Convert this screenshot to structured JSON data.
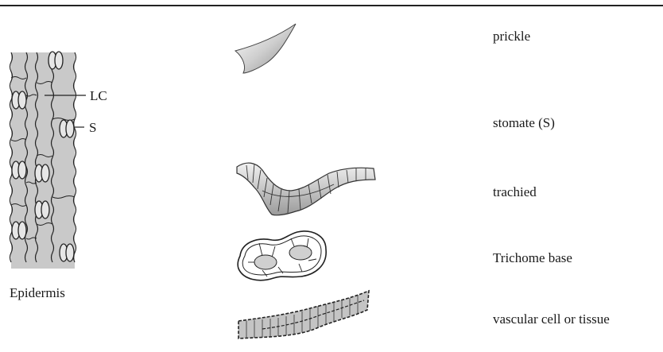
{
  "figure": {
    "panel_label": "Epidermis",
    "epidermis_labels": {
      "long_cell": "LC",
      "stomate": "S"
    },
    "items": [
      {
        "id": "prickle",
        "label": "prickle"
      },
      {
        "id": "stomate",
        "label": "stomate (S)"
      },
      {
        "id": "trachied",
        "label": "trachied"
      },
      {
        "id": "trichome-base",
        "label": "Trichome base"
      },
      {
        "id": "vascular",
        "label": "vascular cell or tissue"
      }
    ]
  },
  "colors": {
    "cell_fill": "#c9c9c9",
    "line": "#222222",
    "light_fill": "#e6e6e6"
  }
}
